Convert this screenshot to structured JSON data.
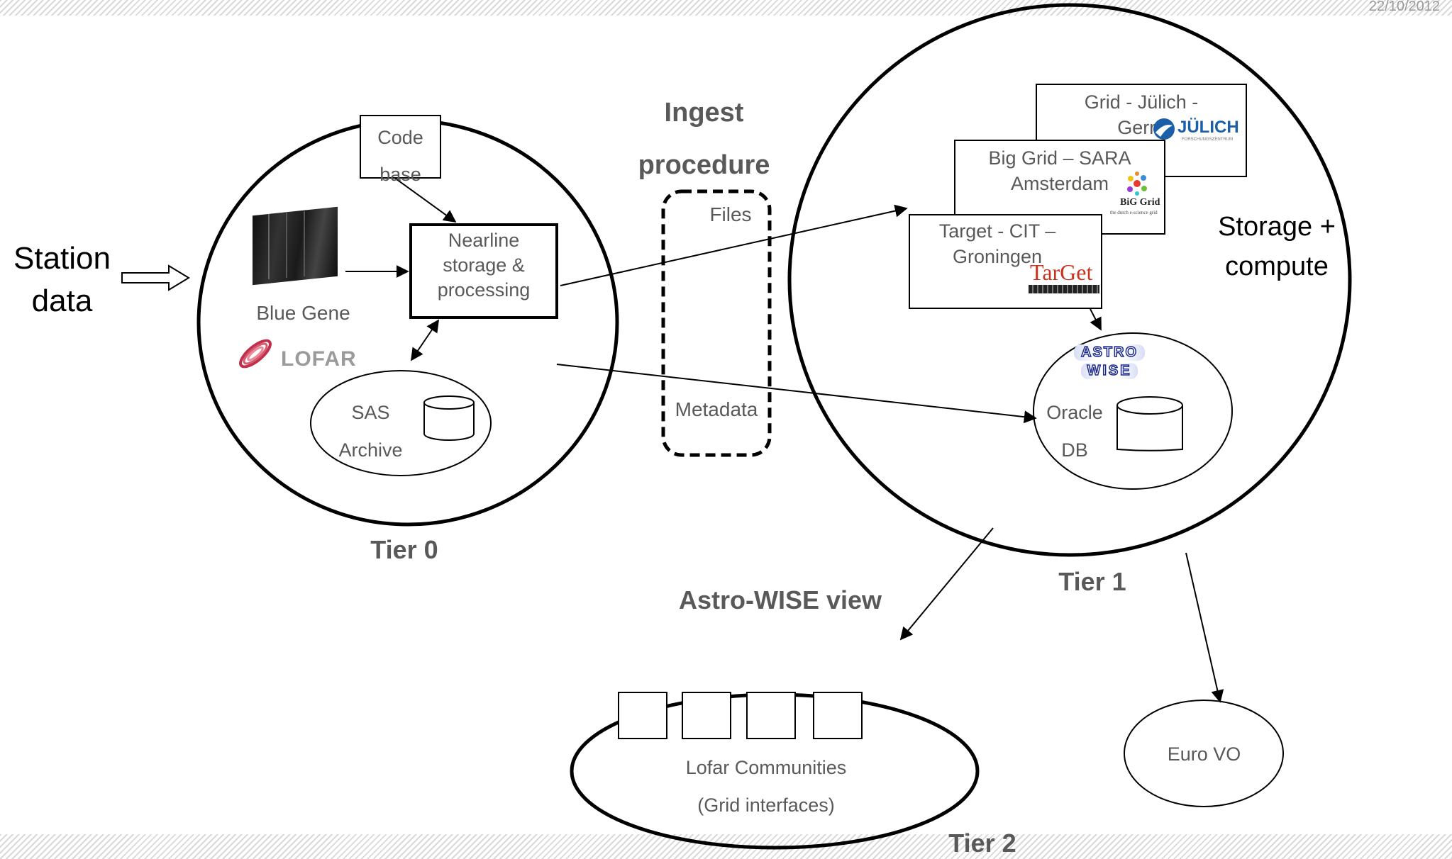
{
  "date": "22/10/2012",
  "station_label": "Station\ndata",
  "tier0": {
    "title": "Tier 0",
    "code_base": "Code\nbase",
    "nearline": "Nearline\nstorage &\nprocessing",
    "blue_gene": "Blue Gene",
    "lofar_logo": "LOFAR",
    "sas_archive": "SAS\nArchive"
  },
  "ingest": {
    "title": "Ingest\nprocedure",
    "files": "Files",
    "metadata": "Metadata"
  },
  "tier1": {
    "title": "Tier 1",
    "storage_compute": "Storage +\ncompute",
    "juelich": "Grid - Jülich -\nGerm",
    "juelich_logo": "JÜLICH",
    "juelich_logo_sub": "FORSCHUNGSZENTRUM",
    "biggrid": "Big Grid – SARA\nAmsterdam",
    "biggrid_logo": "BiG Grid",
    "biggrid_logo_sub": "the dutch e-science grid",
    "target": "Target - CIT –\nGroningen",
    "target_logo": "TarGet",
    "astro_logo_1": "ASTRO",
    "astro_logo_2": "WISE",
    "oracle": "Oracle\nDB"
  },
  "tier2": {
    "title": "Tier 2",
    "astro_view": "Astro-WISE view",
    "communities": "Lofar Communities",
    "grid_interfaces": "(Grid interfaces)",
    "euro_vo": "Euro VO"
  }
}
